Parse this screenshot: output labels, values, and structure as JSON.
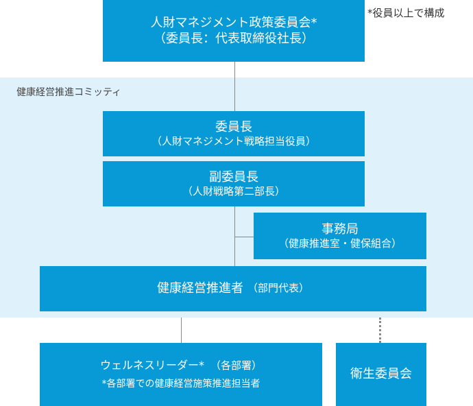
{
  "top_box": {
    "line1": "人財マネジメント政策委員会*",
    "line2": "（委員長：代表取締役社長）"
  },
  "top_note": "*役員以上で構成",
  "committee": {
    "label": "健康経営推進コミッティ",
    "chair": {
      "title": "委員長",
      "sub": "（人財マネジメント戦略担当役員）"
    },
    "vice_chair": {
      "title": "副委員長",
      "sub": "（人財戦略第二部長）"
    },
    "secretariat": {
      "title": "事務局",
      "sub": "（健康推進室・健保組合）"
    },
    "promoter": {
      "title": "健康経営推進者",
      "sub": "（部門代表）"
    }
  },
  "wellness": {
    "title": "ウェルネスリーダー*",
    "title_sub": "（各部署）",
    "note": "*各部署での健康経営施策推進担当者"
  },
  "health_committee": {
    "title": "衛生委員会"
  }
}
